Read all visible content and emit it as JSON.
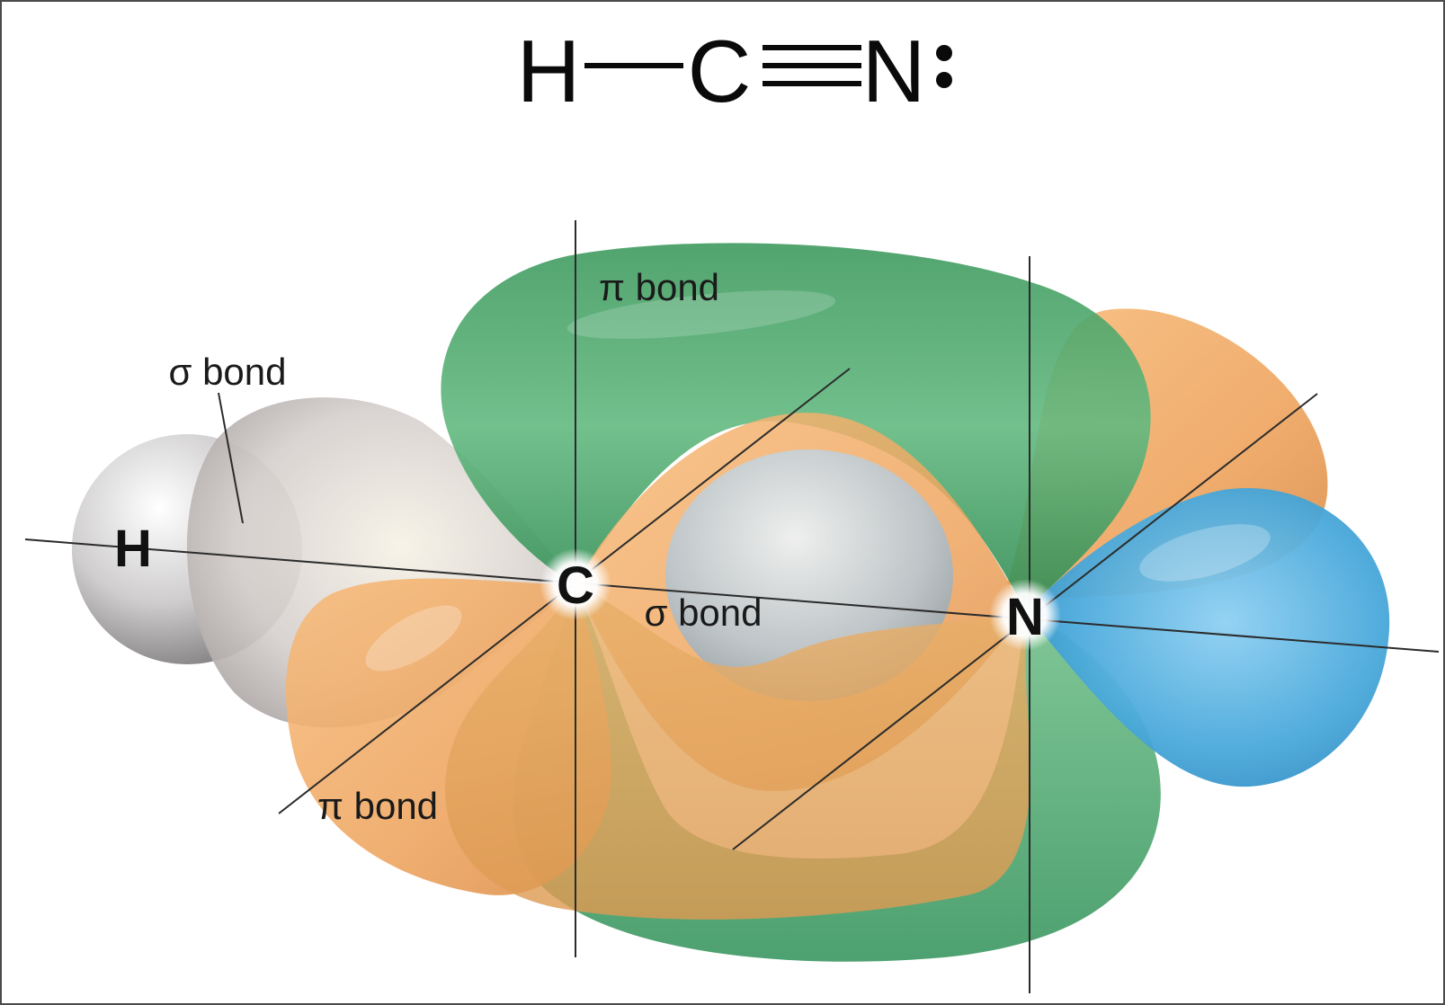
{
  "diagram": {
    "formula": {
      "atoms": [
        "H",
        "C",
        "N"
      ],
      "single_bond": "—",
      "triple_bond": "≡",
      "lone_pair": ":"
    },
    "atoms": {
      "hydrogen": "H",
      "carbon": "C",
      "nitrogen": "N"
    },
    "labels": {
      "sigma_bond_ch": "σ bond",
      "pi_bond_top": "π bond",
      "sigma_bond_cn": "σ bond",
      "pi_bond_bottom": "π bond"
    },
    "colors": {
      "green_orbital": "#4fae72",
      "orange_orbital": "#f2a85c",
      "gray_orbital": "#c9c6c6",
      "hydrogen_sphere": "#bdbcbd",
      "blue_lone_pair": "#3ca0d6",
      "silver_sigma": "#c7cfd6",
      "axis_line": "#2b2b2b",
      "frame": "#4a4a4a"
    }
  }
}
